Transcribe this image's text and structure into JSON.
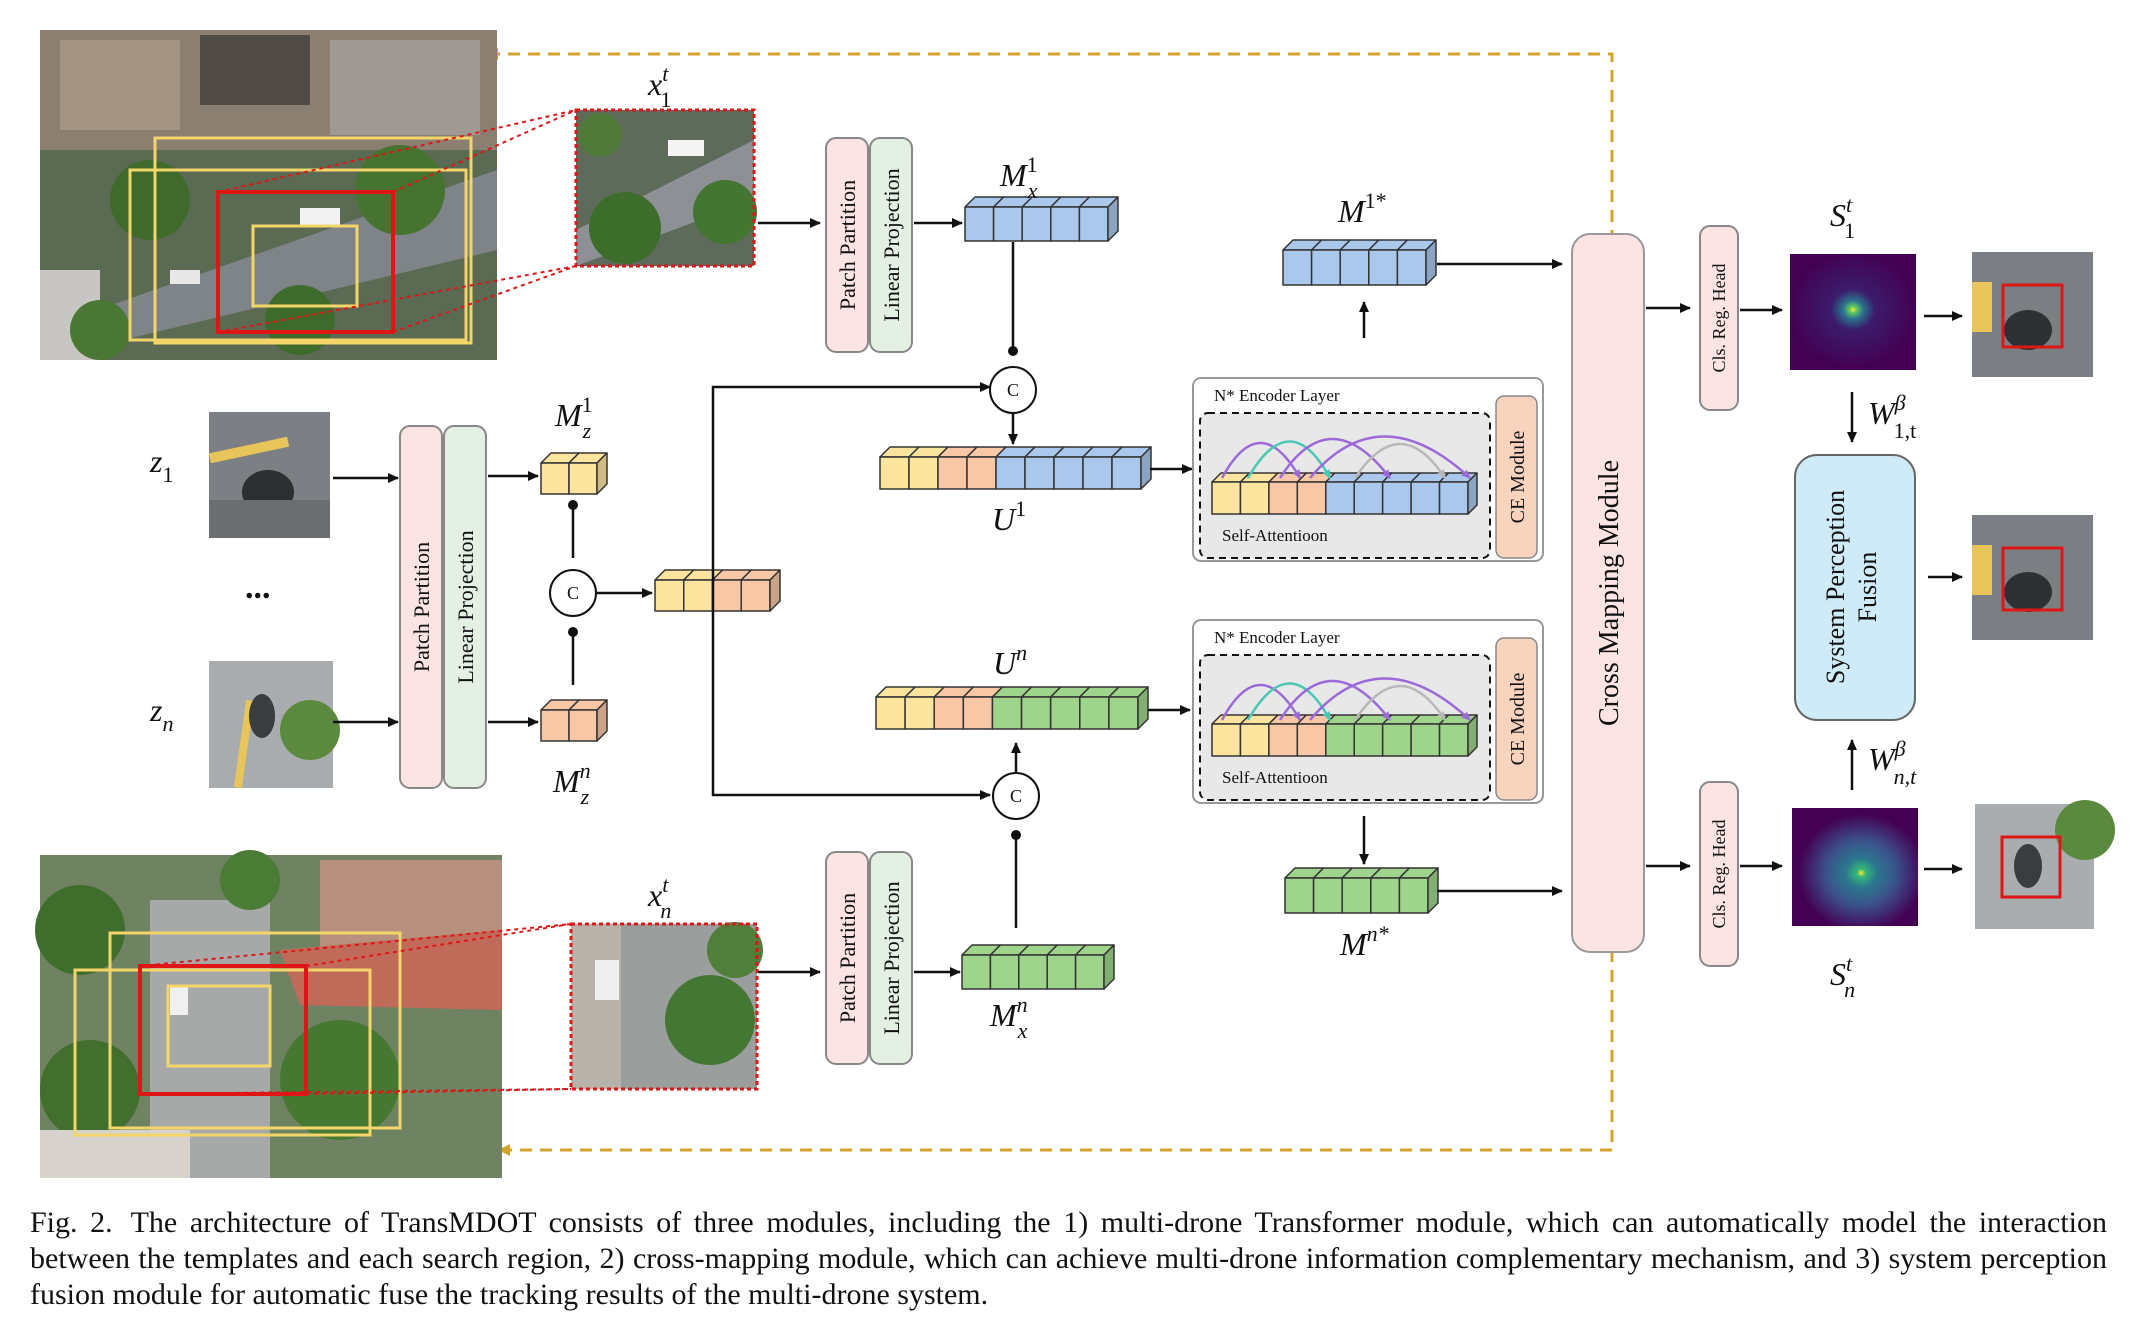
{
  "labels": {
    "x1t": {
      "base": "x",
      "sub": "1",
      "sup": "t"
    },
    "xnt": {
      "base": "x",
      "sub": "n",
      "sup": "t"
    },
    "z1": {
      "base": "z",
      "sub": "1"
    },
    "zn": {
      "base": "z",
      "sub": "n"
    },
    "ellipsis": "...",
    "Mx1": {
      "base": "M",
      "sub": "x",
      "sup": "1"
    },
    "Mxn": {
      "base": "M",
      "sub": "x",
      "sup": "n"
    },
    "Mz1": {
      "base": "M",
      "sub": "z",
      "sup": "1"
    },
    "Mzn": {
      "base": "M",
      "sub": "z",
      "sup": "n"
    },
    "U1": {
      "base": "U",
      "sup": "1"
    },
    "Un": {
      "base": "U",
      "sup": "n"
    },
    "M1star": {
      "base": "M",
      "sup": "1*"
    },
    "Mnstar": {
      "base": "M",
      "sup": "n*"
    },
    "S1t": {
      "base": "S",
      "sub": "1",
      "sup": "t"
    },
    "Snt": {
      "base": "S",
      "sub": "n",
      "sup": "t"
    },
    "W1t": {
      "base": "W",
      "sub": "1,t",
      "sup": "β"
    },
    "Wnt": {
      "base": "W",
      "sub": "n,t",
      "sup": "β"
    },
    "concat": "C"
  },
  "blocks": {
    "patch_partition": "Patch Partition",
    "linear_projection": "Linear Projection",
    "encoder_layer": "N* Encoder Layer",
    "self_attention": "Self-Attentioon",
    "ce_module": "CE Module",
    "cross_mapping": "Cross Mapping Module",
    "cls_reg_head": "Cls. Reg. Head",
    "fusion_line1": "System Perception",
    "fusion_line2": "Fusion"
  },
  "colors": {
    "yellow_token": "#FDE5A0",
    "orange_token": "#F8C7A6",
    "blue_token": "#A9C8EC",
    "green_token": "#9ED48B",
    "patch_partition_fill": "#FCE4E4",
    "linear_projection_fill": "#E4F0E4",
    "ce_module_fill": "#F8D3BE",
    "cross_mapping_fill": "#FDE4E4",
    "fusion_fill": "#CFEBF7",
    "dashed_border": "#D4A42A",
    "attention_purple": "#9B6AD8",
    "attention_teal": "#4BC7B5",
    "attention_gray": "#B8B8B8"
  },
  "caption": {
    "fig": "Fig. 2.",
    "text": "The architecture of TransMDOT consists of three modules, including the 1) multi-drone Transformer module, which can automatically model the interaction between the templates and each search region, 2) cross-mapping module, which can achieve multi-drone information complementary mechanism, and 3) system perception fusion module for automatic fuse the tracking results of the multi-drone system."
  }
}
